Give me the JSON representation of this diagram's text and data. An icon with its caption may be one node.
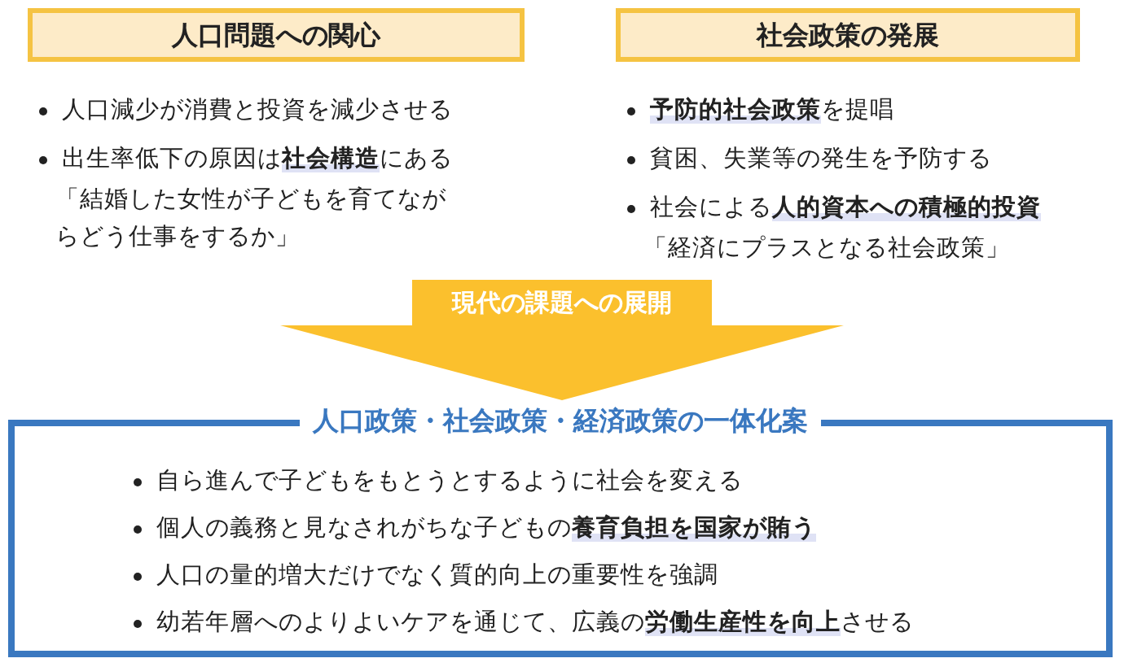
{
  "diagram": {
    "nodes": [
      {
        "text": [
          "人口問題への関心"
        ],
        "beside": [
          "人口減少が消費と投資を減少させる",
          "出生率低下の原因は**社会構造**にある",
          "「結婚した女性が子どもを育てながらどう仕事をするか」"
        ]
      },
      {
        "text": [
          "社会政策の発展"
        ],
        "beside": [
          "**予防的社会政策**を提唱",
          "貧困、失業等の発生を予防する",
          "社会による**人的資本への積極的投資**",
          "「経済にプラスとなる社会政策」"
        ]
      },
      {
        "text": [
          "現代の課題への展開"
        ]
      },
      {
        "text": [
          "人口政策・社会政策・経済政策の一体化案",
          "自ら進んで子どもをもとうとするように社会を変える",
          "個人の義務と見なされがちな子どもの**養育負担を国家が賄う**",
          "人口の量的増大だけでなく質的向上の重要性を強調",
          "幼若年層へのよりよいケアを通じて、広義の**労働生産性を向上**させる"
        ]
      }
    ]
  }
}
